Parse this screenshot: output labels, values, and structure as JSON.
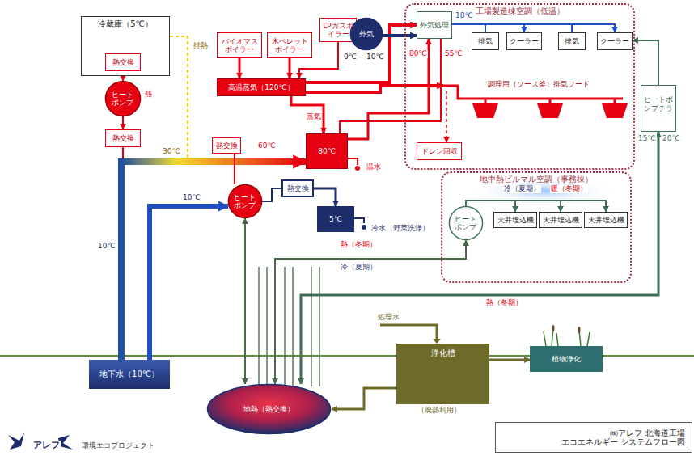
{
  "diagram": {
    "nodes": [
      {
        "text": [
          "冷蔵庫（5℃）"
        ]
      },
      {
        "text": [
          "熱交換"
        ],
        "in": 0
      },
      {
        "text": [
          "ヒートポンプ"
        ]
      },
      {
        "text": [
          "熱交換"
        ]
      },
      {
        "text": [
          "バイオマスボイラー"
        ]
      },
      {
        "text": [
          "木ペレットボイラー"
        ]
      },
      {
        "text": [
          "LPガスボイラー"
        ]
      },
      {
        "text": [
          "高温蒸気（120℃）"
        ]
      },
      {
        "text": [
          "外気"
        ]
      },
      {
        "text": [
          "工場製造棟空調（低温）"
        ]
      },
      {
        "text": [
          "外気処理"
        ],
        "in": 9
      },
      {
        "text": [
          "排気"
        ],
        "in": 9
      },
      {
        "text": [
          "クーラー"
        ],
        "in": 9
      },
      {
        "text": [
          "排気"
        ],
        "in": 9
      },
      {
        "text": [
          "クーラー"
        ],
        "in": 9
      },
      {
        "text": [
          "調理用（ソース釜）排気フード"
        ],
        "in": 9
      },
      {
        "text": [
          "ヒートポンプチラー"
        ]
      },
      {
        "text": [
          "熱交換"
        ]
      },
      {
        "text": [
          "80℃"
        ]
      },
      {
        "text": [
          "ヒートポンプ"
        ]
      },
      {
        "text": [
          "熱交換"
        ]
      },
      {
        "text": [
          "5℃"
        ]
      },
      {
        "text": [
          "ドレン回収"
        ],
        "in": 9
      },
      {
        "text": [
          "地中熱ビルマル空調（事務棟）"
        ]
      },
      {
        "text": [
          "ヒートポンプ"
        ],
        "in": 23
      },
      {
        "text": [
          "天井埋込機"
        ],
        "in": 23
      },
      {
        "text": [
          "天井埋込機"
        ],
        "in": 23
      },
      {
        "text": [
          "天井埋込機"
        ],
        "in": 23
      },
      {
        "text": [
          "地下水（10℃）"
        ]
      },
      {
        "text": [
          "地熱（熱交換）"
        ]
      },
      {
        "text": [
          "浄化槽"
        ]
      },
      {
        "text": [
          "植物浄化"
        ]
      },
      {
        "text": [
          "㈱アレフ 北海道工場",
          "エコエネルギー システムフロー図"
        ]
      }
    ],
    "edges": [
      {
        "from": 4,
        "to": 7,
        "arrow": "to"
      },
      {
        "from": 5,
        "to": 7,
        "arrow": "to"
      },
      {
        "from": 6,
        "to": 7,
        "arrow": "to"
      },
      {
        "from": 7,
        "to": 18,
        "label": "蒸気",
        "arrow": "to"
      },
      {
        "from": 7,
        "to": 10,
        "arrow": "to"
      },
      {
        "from": 8,
        "to": 10,
        "arrow": "to"
      },
      {
        "from": 7,
        "to": 15,
        "arrow": "to"
      },
      {
        "from": 10,
        "to": 12,
        "arrow": "to"
      },
      {
        "from": 10,
        "to": 14,
        "arrow": "to"
      },
      {
        "from": 16,
        "to": 14,
        "arrow": "to"
      },
      {
        "from": 15,
        "to": 22,
        "arrow": "to"
      },
      {
        "from": 1,
        "to": 2,
        "arrow": "to"
      },
      {
        "from": 2,
        "to": 3,
        "arrow": "to"
      },
      {
        "from": 28,
        "to": 18,
        "arrow": "to"
      },
      {
        "from": 28,
        "to": 19,
        "arrow": "to"
      },
      {
        "from": 19,
        "to": 17,
        "arrow": "none"
      },
      {
        "from": 19,
        "to": 20,
        "arrow": "none"
      },
      {
        "from": 20,
        "to": 21,
        "arrow": "to"
      },
      {
        "from": 18,
        "to": 10,
        "arrow": "to"
      },
      {
        "from": 29,
        "to": 19,
        "arrow": "both"
      },
      {
        "from": 29,
        "to": 24,
        "arrow": "both"
      },
      {
        "from": 24,
        "to": 25,
        "arrow": "to"
      },
      {
        "from": 24,
        "to": 26,
        "arrow": "to"
      },
      {
        "from": 24,
        "to": 27,
        "arrow": "to"
      },
      {
        "from": 16,
        "to": 29,
        "arrow": "both"
      },
      {
        "from": 30,
        "to": 31,
        "arrow": "to"
      },
      {
        "from": 30,
        "to": 29,
        "arrow": "to"
      }
    ],
    "labels": [
      "排熱",
      "0℃～-10℃",
      "18℃",
      "80℃",
      "55℃",
      "30℃",
      "60℃",
      "10℃",
      "10℃",
      "15℃",
      "20℃",
      "温水",
      "冷水（野菜洗浄）",
      "熱",
      "冷（夏期）",
      "暖（冬期）",
      "熱（冬期）",
      "冷（夏期）",
      "熱（冬期）",
      "処理水",
      "（廃熱利用）",
      "アレフ",
      "環境エコプロジェクト"
    ]
  }
}
